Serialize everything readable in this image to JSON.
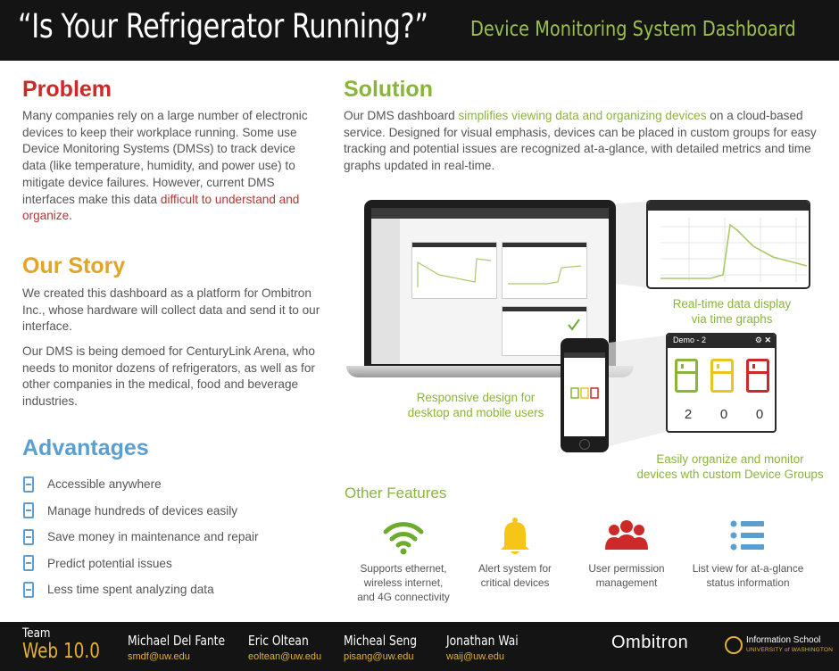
{
  "header": {
    "title": "“Is Your Refrigerator Running?”",
    "subtitle": "Device Monitoring System Dashboard"
  },
  "colors": {
    "red": "#cc2a28",
    "gold": "#e3a528",
    "green": "#8bb53a",
    "blue": "#5a9fcf"
  },
  "problem": {
    "title": "Problem",
    "text": "Many companies rely on a large number of electronic devices to keep their workplace running. Some use Device Monitoring Systems (DMSs) to track device data (like temperature, humidity, and power use) to mitigate device failures. However, current DMS interfaces make this data ",
    "highlight": "difficult to understand and organize",
    "end": "."
  },
  "story": {
    "title": "Our Story",
    "p1": "We created this dashboard as a platform for Ombitron Inc., whose hardware will collect data and send it to our interface.",
    "p2": "Our DMS is being demoed for CenturyLink Arena, who needs to monitor dozens of refrigerators, as well as for other companies in the medical, food and beverage industries."
  },
  "advantages": {
    "title": "Advantages",
    "items": [
      "Accessible anywhere",
      "Manage hundreds of devices easily",
      "Save money in maintenance and repair",
      "Predict potential issues",
      "Less time spent analyzing data"
    ]
  },
  "solution": {
    "title": "Solution",
    "text_a": "Our DMS dashboard ",
    "highlight": "simplifies viewing data and organizing devices",
    "text_b": " on a cloud-based service. Designed for visual emphasis, devices can be placed in custom groups for easy tracking and potential issues are recognized at-a-glance, with detailed metrics and time graphs updated in real-time."
  },
  "captions": {
    "graphs_1": "Real-time data display",
    "graphs_2": "via time graphs",
    "responsive_1": "Responsive design for",
    "responsive_2": "desktop and mobile users",
    "groups_1": "Easily organize and monitor",
    "groups_2": "devices wth custom Device Groups"
  },
  "device_group": {
    "title": "Demo - 2",
    "icons": [
      "gear-icon",
      "close-icon"
    ],
    "fridges": [
      {
        "color": "#8bb53a",
        "count": "2"
      },
      {
        "color": "#e8c520",
        "count": "0"
      },
      {
        "color": "#cc2a28",
        "count": "0"
      }
    ]
  },
  "other_features": {
    "title": "Other Features",
    "items": [
      {
        "icon": "wifi-icon",
        "color": "#6dab2e",
        "lines": [
          "Supports ethernet,",
          "wireless internet,",
          "and 4G connectivity"
        ]
      },
      {
        "icon": "bell-icon",
        "color": "#f5c518",
        "lines": [
          "Alert system for",
          "critical devices"
        ]
      },
      {
        "icon": "users-icon",
        "color": "#cc2a28",
        "lines": [
          "User permission",
          "management"
        ]
      },
      {
        "icon": "list-icon",
        "color": "#5a9fcf",
        "lines": [
          "List view for at-a-glance",
          "status information"
        ]
      }
    ]
  },
  "footer": {
    "team_label": "Team",
    "team_name": "Web 10.0",
    "members": [
      {
        "name": "Michael Del Fante",
        "email": "smdf@uw.edu"
      },
      {
        "name": "Eric Oltean",
        "email": "eoltean@uw.edu"
      },
      {
        "name": "Micheal Seng",
        "email": "pisang@uw.edu"
      },
      {
        "name": "Jonathan Wai",
        "email": "waij@uw.edu"
      }
    ],
    "sponsor": "Ombitron",
    "school_line1": "Information School",
    "school_line2": "UNIVERSITY of WASHINGTON"
  }
}
